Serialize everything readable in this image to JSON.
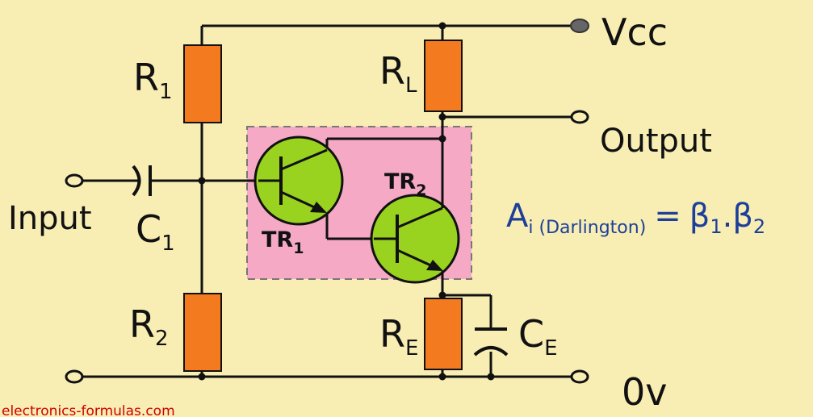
{
  "labels": {
    "vcc": "Vcc",
    "output": "Output",
    "input": "Input",
    "ground": "0v",
    "r1": "R",
    "r1_sub": "1",
    "r2": "R",
    "r2_sub": "2",
    "rl": "R",
    "rl_sub": "L",
    "re": "R",
    "re_sub": "E",
    "c1": "C",
    "c1_sub": "1",
    "ce": "C",
    "ce_sub": "E",
    "tr1": "TR",
    "tr1_sub": "1",
    "tr2": "TR",
    "tr2_sub": "2"
  },
  "formula": {
    "a": "A",
    "a_sub": "i (Darlington)",
    "equals": "=",
    "beta1": "β",
    "beta1_sub": "1",
    "dot": ".",
    "beta2": "β",
    "beta2_sub": "2"
  },
  "watermark": "electronics-formulas.com",
  "colors": {
    "background": "#f8eeb4",
    "resistor": "#f47a20",
    "transistor": "#99d21f",
    "darlington_box": "#f5a9c4",
    "wire": "#111111",
    "formula": "#1d3f9a",
    "watermark": "#d00000"
  }
}
